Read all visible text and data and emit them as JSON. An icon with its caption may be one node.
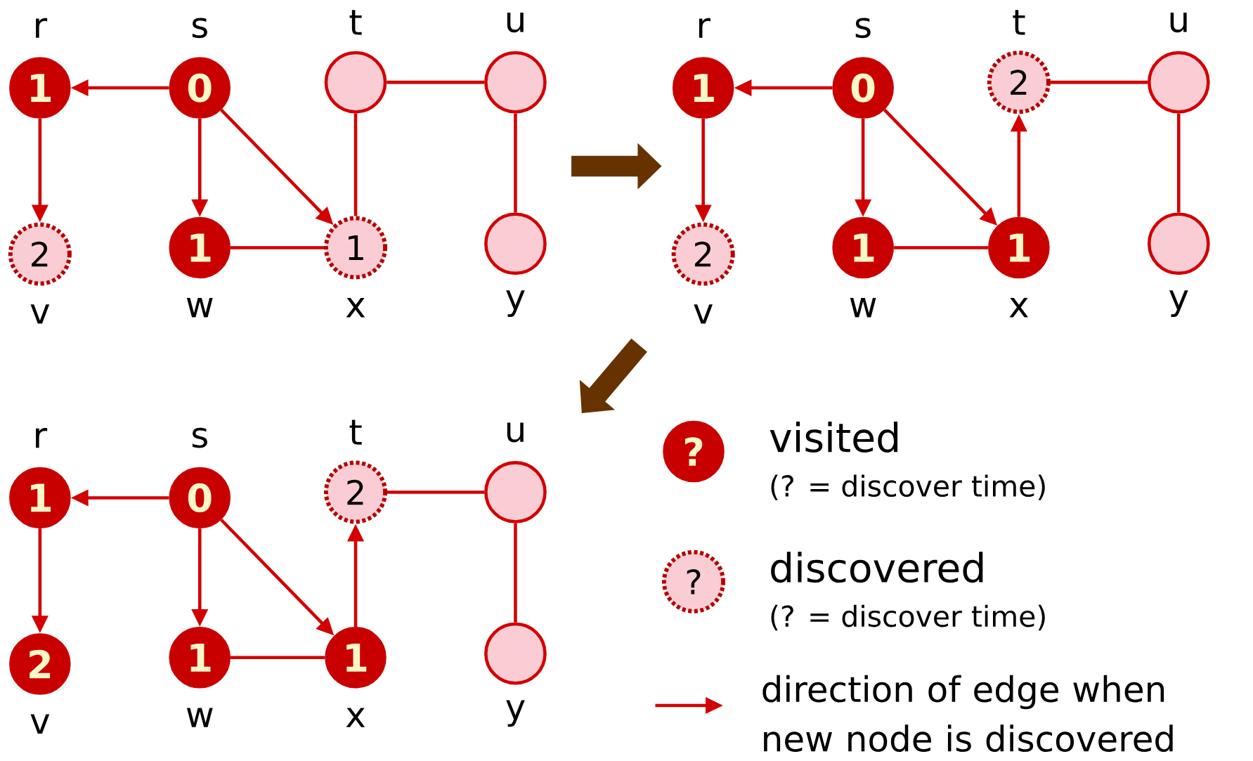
{
  "diagram": {
    "nodes": [
      {
        "text": [
          "1"
        ],
        "beside": [
          "r"
        ]
      },
      {
        "text": [
          "0"
        ],
        "beside": [
          "s"
        ]
      },
      {
        "text": [],
        "shape": "circle",
        "beside": [
          "t"
        ]
      },
      {
        "text": [],
        "shape": "circle",
        "beside": [
          "u"
        ]
      },
      {
        "text": [
          "2"
        ],
        "beside": [
          "v"
        ]
      },
      {
        "text": [
          "1"
        ],
        "beside": [
          "w"
        ]
      },
      {
        "text": [
          "1"
        ],
        "beside": [
          "x"
        ]
      },
      {
        "text": [],
        "shape": "circle",
        "beside": [
          "y"
        ]
      },
      {
        "text": [
          "1"
        ],
        "beside": [
          "r"
        ]
      },
      {
        "text": [
          "0"
        ],
        "beside": [
          "s"
        ]
      },
      {
        "text": [
          "2"
        ],
        "beside": [
          "t"
        ]
      },
      {
        "text": [],
        "shape": "circle",
        "beside": [
          "u"
        ]
      },
      {
        "text": [
          "2"
        ],
        "beside": [
          "v"
        ]
      },
      {
        "text": [
          "1"
        ],
        "beside": [
          "w"
        ]
      },
      {
        "text": [
          "1"
        ],
        "beside": [
          "x"
        ]
      },
      {
        "text": [],
        "shape": "circle",
        "beside": [
          "y"
        ]
      },
      {
        "text": [
          "1"
        ],
        "beside": [
          "r"
        ]
      },
      {
        "text": [
          "0"
        ],
        "beside": [
          "s"
        ]
      },
      {
        "text": [
          "2"
        ],
        "beside": [
          "t"
        ]
      },
      {
        "text": [],
        "shape": "circle",
        "beside": [
          "u"
        ]
      },
      {
        "text": [
          "2"
        ],
        "beside": [
          "v"
        ]
      },
      {
        "text": [
          "1"
        ],
        "beside": [
          "w"
        ]
      },
      {
        "text": [
          "1"
        ],
        "beside": [
          "x"
        ]
      },
      {
        "text": [],
        "shape": "circle",
        "beside": [
          "y"
        ]
      },
      {
        "text": [
          "?"
        ],
        "beside": [
          "visited",
          "(? = discover time)"
        ]
      },
      {
        "text": [
          "?"
        ],
        "beside": [
          "discovered",
          "(? = discover time)"
        ]
      }
    ],
    "edges": [
      {
        "from": 1,
        "to": 0,
        "arrow": "to"
      },
      {
        "from": 0,
        "to": 4,
        "arrow": "to"
      },
      {
        "from": 1,
        "to": 5,
        "arrow": "to"
      },
      {
        "from": 1,
        "to": 6,
        "arrow": "to"
      },
      {
        "from": 5,
        "to": 6,
        "arrow": "none"
      },
      {
        "from": 2,
        "to": 6,
        "arrow": "none"
      },
      {
        "from": 2,
        "to": 3,
        "arrow": "none"
      },
      {
        "from": 3,
        "to": 7,
        "arrow": "none"
      },
      {
        "from": 9,
        "to": 8,
        "arrow": "to"
      },
      {
        "from": 8,
        "to": 12,
        "arrow": "to"
      },
      {
        "from": 9,
        "to": 13,
        "arrow": "to"
      },
      {
        "from": 9,
        "to": 14,
        "arrow": "to"
      },
      {
        "from": 13,
        "to": 14,
        "arrow": "none"
      },
      {
        "from": 14,
        "to": 10,
        "arrow": "to"
      },
      {
        "from": 10,
        "to": 11,
        "arrow": "none"
      },
      {
        "from": 11,
        "to": 15,
        "arrow": "none"
      },
      {
        "from": 17,
        "to": 16,
        "arrow": "to"
      },
      {
        "from": 16,
        "to": 20,
        "arrow": "to"
      },
      {
        "from": 17,
        "to": 21,
        "arrow": "to"
      },
      {
        "from": 17,
        "to": 22,
        "arrow": "to"
      },
      {
        "from": 21,
        "to": 22,
        "arrow": "none"
      },
      {
        "from": 22,
        "to": 18,
        "arrow": "to"
      },
      {
        "from": 18,
        "to": 19,
        "arrow": "none"
      },
      {
        "from": 19,
        "to": 23,
        "arrow": "none"
      }
    ],
    "legend": [
      {
        "text": "direction of edge when new node is discovered"
      }
    ]
  }
}
